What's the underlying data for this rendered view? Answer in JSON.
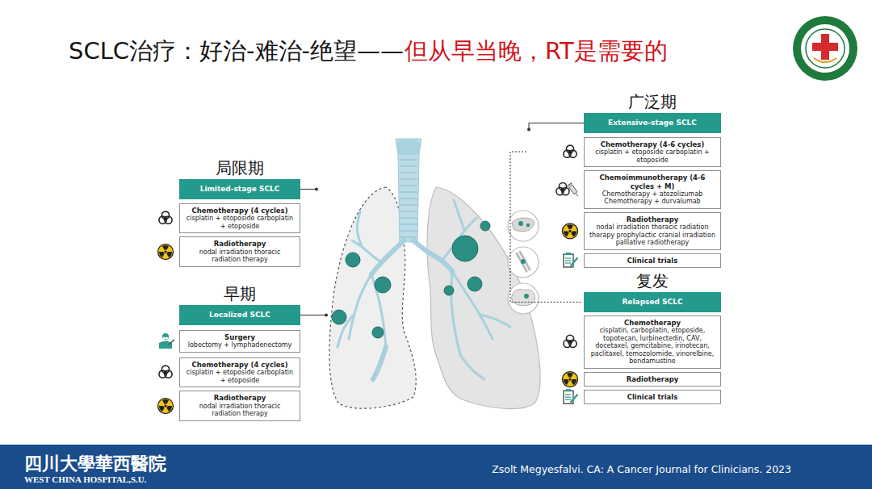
{
  "diagram": {
    "title": "SCLC治疗：好治-难治-绝望——",
    "caption": "Zsolt Megyesfalvi. CA: A Cancer Journal for Clinicians. 2023",
    "nodes": [
      {
        "text": [
          "局限期",
          "Limited-stage SCLC"
        ]
      },
      {
        "text": [
          "Chemotherapy (4 cycles)",
          "cisplatin + etoposide carboplatin + etoposide"
        ]
      },
      {
        "text": [
          "Radiotherapy",
          "nodal irradiation thoracic radiation therapy"
        ]
      },
      {
        "text": [
          "早期",
          "Localized SCLC"
        ]
      },
      {
        "text": [
          "Surgery",
          "lobectomy + lymphadenectomy"
        ]
      },
      {
        "text": [
          "Chemotherapy (4 cycles)",
          "cisplatin + etoposide carboplatin + etoposide"
        ]
      },
      {
        "text": [
          "Radiotherapy",
          "nodal irradiation thoracic radiation therapy"
        ]
      },
      {
        "text": [
          "广泛期",
          "Extensive-stage SCLC"
        ]
      },
      {
        "text": [
          "Chemotherapy (4-6 cycles)",
          "cisplatin + etoposide carboplatin + etoposide"
        ]
      },
      {
        "text": [
          "Chemoimmunotherapy (4-6 cycles + M)",
          "Chemotherapy + atezolizumab Chemotherapy + durvalumab"
        ]
      },
      {
        "text": [
          "Radiotherapy",
          "nodal irradiation thoracic radiation therapy prophylactic cranial irradiation palliative radiotherapy"
        ]
      },
      {
        "text": [
          "Clinical trials"
        ]
      },
      {
        "text": [
          "复发",
          "Relapsed SCLC"
        ]
      },
      {
        "text": [
          "Chemotherapy",
          "cisplatin, carboplatin, etoposide, topotecan, lurbinectedin, CAV, docetaxel, gemcitabine, irinotecan, paclitaxel, temozolomide, vinorelbine, bendamustine"
        ]
      },
      {
        "text": [
          "Radiotherapy"
        ]
      },
      {
        "text": [
          "Clinical trials"
        ]
      }
    ],
    "labels": [
      "但从早当晚，RT是需要的",
      "四川大學華西醫院",
      "WEST CHINA HOSPITAL,S.U."
    ]
  }
}
